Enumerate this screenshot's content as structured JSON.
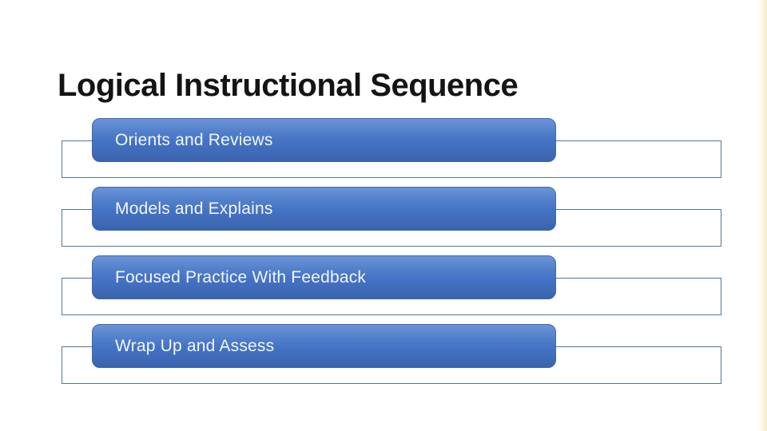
{
  "slide": {
    "title": "Logical Instructional Sequence",
    "background_color": "#ffffff",
    "accent_color": "#4472c4",
    "outline_color": "#56748e",
    "label_text_color": "#f2f6fb",
    "title_color": "#141414",
    "steps": [
      {
        "label": "Orients and Reviews"
      },
      {
        "label": "Models and Explains"
      },
      {
        "label": "Focused Practice With Feedback"
      },
      {
        "label": "Wrap Up and Assess"
      }
    ]
  }
}
